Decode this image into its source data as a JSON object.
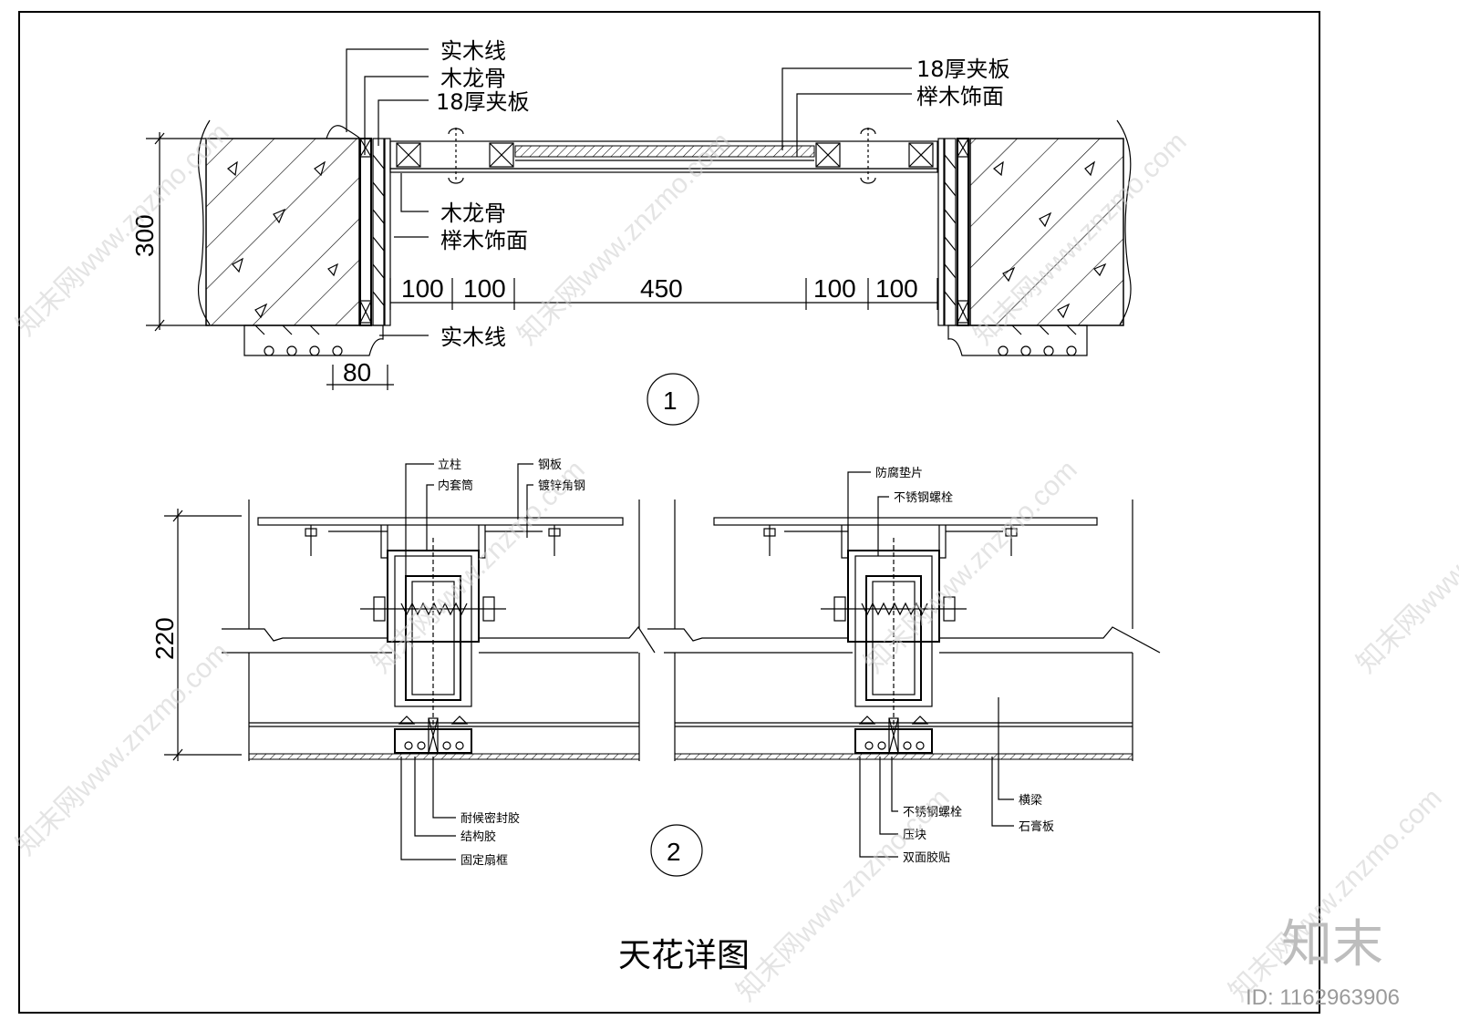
{
  "detail1": {
    "labels": {
      "top_left_1": "实木线",
      "top_left_2": "木龙骨",
      "top_left_3": "18厚夹板",
      "top_right_1": "18厚夹板",
      "top_right_2": "榉木饰面",
      "mid_1": "木龙骨",
      "mid_2": "榉木饰面",
      "bottom": "实木线"
    },
    "dims": {
      "height": "300",
      "w1": "100",
      "w2": "100",
      "w3": "450",
      "w4": "100",
      "w5": "100",
      "trim": "80"
    },
    "marker": "1"
  },
  "detail2": {
    "labels": {
      "column": "立柱",
      "sleeve": "内套筒",
      "steel_plate": "钢板",
      "galv_angle": "镀锌角钢",
      "anticorr_pad": "防腐垫片",
      "ss_bolt_top": "不锈钢螺栓",
      "weather_seal": "耐候密封胶",
      "struct_glue": "结构胶",
      "fixed_frame": "固定扇框",
      "ss_bolt_bottom": "不锈钢螺栓",
      "press_block": "压块",
      "double_tape": "双面胶贴",
      "beam": "横梁",
      "gypsum": "石膏板"
    },
    "dims": {
      "height": "220"
    },
    "marker": "2"
  },
  "title": "天花详图",
  "watermark": {
    "text": "知末网www.znzmo.com",
    "brand": "知末",
    "id": "ID: 1162963906"
  }
}
